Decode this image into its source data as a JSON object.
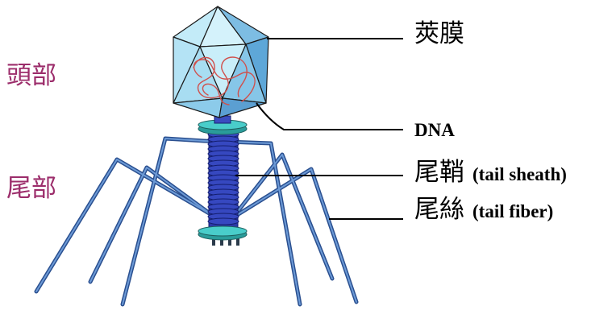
{
  "labels": {
    "head": "頭部",
    "tail": "尾部",
    "capsid": "莢膜",
    "dna": "DNA",
    "tail_sheath_zh": "尾鞘",
    "tail_sheath_en": "(tail sheath)",
    "tail_fiber_zh": "尾絲",
    "tail_fiber_en": "(tail fiber)"
  },
  "colors": {
    "region_label": "#9c2d6b",
    "pointer_label": "#000000",
    "pointer_line": "#000000",
    "capsid_light": "#c3ebf8",
    "capsid_mid": "#9fd7ef",
    "capsid_dark": "#5ea7d8",
    "dna_strand": "#d0504c",
    "collar_baseplate": "#3fc1bf",
    "tail_sheath": "#2c3aa8",
    "tail_fiber": "#3f74bb"
  }
}
